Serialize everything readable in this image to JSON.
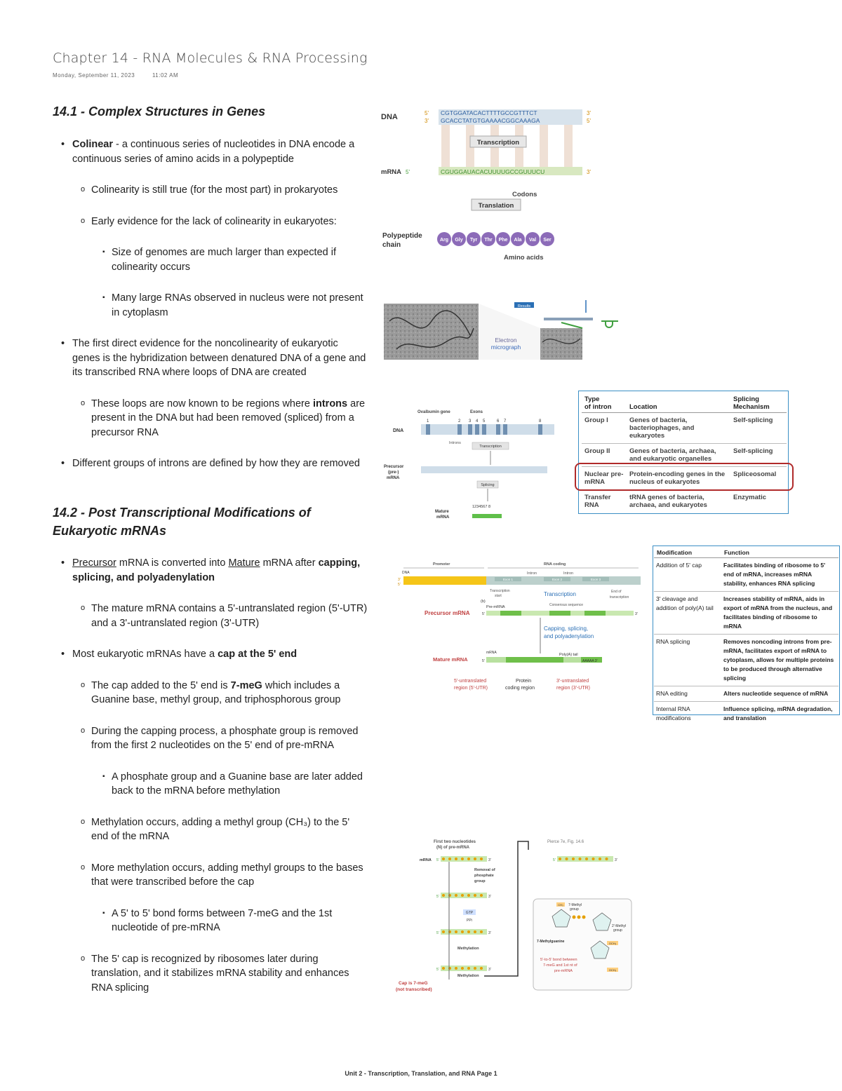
{
  "page": {
    "title": "Chapter 14 - RNA Molecules & RNA Processing",
    "date": "Monday, September 11, 2023",
    "time": "11:02 AM",
    "footer": "Unit 2 - Transcription, Translation, and RNA Page 1"
  },
  "sections": [
    {
      "heading": "14.1 - Complex Structures in Genes"
    },
    {
      "heading": "14.2 - Post Transcriptional Modifications of Eukaryotic mRNAs"
    }
  ],
  "notes": {
    "s1": [
      {
        "bold": "Colinear",
        "text": " - a continuous series of nucleotides in DNA encode a continuous series of amino acids in a polypeptide"
      },
      {
        "text": "Colinearity is still true (for the most part) in prokaryotes"
      },
      {
        "text": "Early evidence for the lack of colinearity in eukaryotes:"
      },
      {
        "text": "Size of genomes are much larger than expected if colinearity occurs"
      },
      {
        "text": "Many large RNAs observed in nucleus were not present in cytoplasm"
      },
      {
        "text": "The first direct evidence for the noncolinearity of eukaryotic genes is the hybridization between denatured DNA of a gene and its transcribed RNA where loops of DNA are created"
      },
      {
        "pre": "These loops are now known to be regions where ",
        "bold": "introns",
        "post": " are present in the DNA but had been removed (spliced) from a precursor RNA"
      },
      {
        "text": "Different groups of introns are defined by how they are removed"
      }
    ],
    "s2": [
      {
        "u1": "Precursor",
        "mid": " mRNA is converted into ",
        "u2": "Mature",
        "post": " mRNA after ",
        "bold": "capping, splicing, and polyadenylation"
      },
      {
        "text": "The mature mRNA contains a 5'-untranslated region (5'-UTR) and a 3'-untranslated region (3'-UTR)"
      },
      {
        "pre": "Most eukaryotic mRNAs have a ",
        "bold": "cap at the 5' end"
      },
      {
        "pre": "The cap added to the 5' end is ",
        "bold": "7-meG",
        "post": " which includes a Guanine base, methyl group, and triphosphorous group"
      },
      {
        "text": "During the capping process, a phosphate group is removed from the first 2 nucleotides on the 5' end of pre-mRNA"
      },
      {
        "text": "A phosphate group and a Guanine base are later added back to the mRNA before methylation"
      },
      {
        "text": "Methylation occurs, adding a methyl group (CH₃) to the 5' end of the mRNA"
      },
      {
        "text": "More methylation occurs, adding methyl groups to the bases that were transcribed before the cap"
      },
      {
        "text": "A 5' to 5' bond forms between 7-meG and the 1st nucleotide of pre-mRNA"
      },
      {
        "text": "The 5' cap is recognized by ribosomes later during translation, and it stabilizes mRNA stability and enhances RNA splicing"
      }
    ]
  },
  "fig1": {
    "dna": "DNA",
    "mrna": "mRNA",
    "poly": "Polypeptide",
    "chain": "chain",
    "p5": "5'",
    "p3": "3'",
    "seq1": "CGTGGATACACTTTTGCCGTTTCT",
    "seq2": "GCACCTATGTGAAAACGGCAAAGA",
    "mseq": "CGUGGAUACACUUUUGCCGUUUCU",
    "transcription": "Transcription",
    "translation": "Translation",
    "codons": "Codons",
    "amino": "Amino acids",
    "aa": [
      "Arg",
      "Gly",
      "Tyr",
      "Thr",
      "Phe",
      "Ala",
      "Val",
      "Ser"
    ]
  },
  "fig2": {
    "results": "Results",
    "em": "Electron",
    "em2": "micrograph"
  },
  "fig3": {
    "gene": "Ovalbumin gene",
    "exons": "Exons",
    "dna": "DNA",
    "introns": "Introns",
    "transcription": "Transcription",
    "pre1": "Precursor",
    "pre2": "(pre-)",
    "pre3": "mRNA",
    "splicing": "Splicing",
    "mat1": "Mature",
    "mat2": "mRNA",
    "p5": "5'",
    "p3": "3'",
    "nums": [
      "1",
      "2",
      "3",
      "4",
      "5",
      "6",
      "7",
      "8"
    ],
    "matnums": "1234567 8"
  },
  "intron_table": {
    "headers": [
      "Type\nof intron",
      "Location",
      "Splicing\nMechanism"
    ],
    "rows": [
      [
        "Group I",
        "Genes of bacteria, bacteriophages, and eukaryotes",
        "Self-splicing"
      ],
      [
        "Group II",
        "Genes of bacteria, archaea, and eukaryotic organelles",
        "Self-splicing"
      ],
      [
        "Nuclear pre-mRNA",
        "Protein-encoding genes in the nucleus of eukaryotes",
        "Spliceosomal"
      ],
      [
        "Transfer RNA",
        "tRNA genes of bacteria, archaea, and eukaryotes",
        "Enzymatic"
      ]
    ]
  },
  "fig4": {
    "promoter": "Promoter",
    "rna_coding": "RNA coding",
    "dna": "DNA",
    "intron": "Intron",
    "exon1": "Exon 1",
    "exon2": "Exon 2",
    "exon3": "Exon 3",
    "tstart": "Transcription",
    "tstart2": "start",
    "end1": "End of",
    "end2": "transcription",
    "transcription": "Transcription",
    "consensus": "Consensus sequence",
    "b": "(b)",
    "pre": "Pre-mRNA",
    "precursor": "Precursor mRNA",
    "cap1": "Capping, splicing,",
    "cap2": "and polyadenylation",
    "mrna": "mRNA",
    "polya": "Poly(A) tail",
    "aaaa": "AAAAA 3'",
    "mature": "Mature mRNA",
    "utr5a": "5'-untranslated",
    "utr5b": "region (5'-UTR)",
    "prot1": "Protein",
    "prot2": "coding region",
    "utr3a": "3'-untranslated",
    "utr3b": "region (3'-UTR)",
    "p5": "5'",
    "p3": "3'"
  },
  "mod_table": {
    "headers": [
      "Modification",
      "Function"
    ],
    "rows": [
      [
        "Addition of 5' cap",
        "Facilitates binding of ribosome to 5' end of mRNA, increases mRNA stability, enhances RNA splicing"
      ],
      [
        "3' cleavage and addition of poly(A) tail",
        "Increases stability of mRNA, aids in export of mRNA from the nucleus, and facilitates binding of ribosome to mRNA"
      ],
      [
        "RNA splicing",
        "Removes noncoding introns from pre-mRNA, facilitates export of mRNA to cytoplasm, allows for multiple proteins to be produced through alternative splicing"
      ],
      [
        "RNA editing",
        "Alters nucleotide sequence of mRNA"
      ],
      [
        "Internal RNA modifications",
        "Influence splicing, mRNA degradation, and translation"
      ]
    ]
  },
  "fig5": {
    "first1": "First two nucleotides",
    "first2": "(N) of pre-mRNA",
    "mrna": "mRNA",
    "p5": "5'",
    "p3": "3'",
    "removal1": "Removal of",
    "removal2": "phosphate",
    "removal3": "group",
    "gtp": "GTP",
    "ppi": "PPi",
    "methylation": "Methylation",
    "cap1": "Cap is 7-meG",
    "cap2": "(not transcribed)",
    "source": "Pierce 7e, Fig. 14.6",
    "ch3": "CH₃",
    "sevenmethyl1": "7-Methyl",
    "sevenmethyl2": "group",
    "sevenmg": "7-Methylguanine",
    "twomethyl1": "2'-Methyl",
    "twomethyl2": "group",
    "bond1": "5'-to-5' bond between",
    "bond2": "7-meG and 1st nt of",
    "bond3": "pre-mRNA",
    "och3": "OCH₃"
  }
}
